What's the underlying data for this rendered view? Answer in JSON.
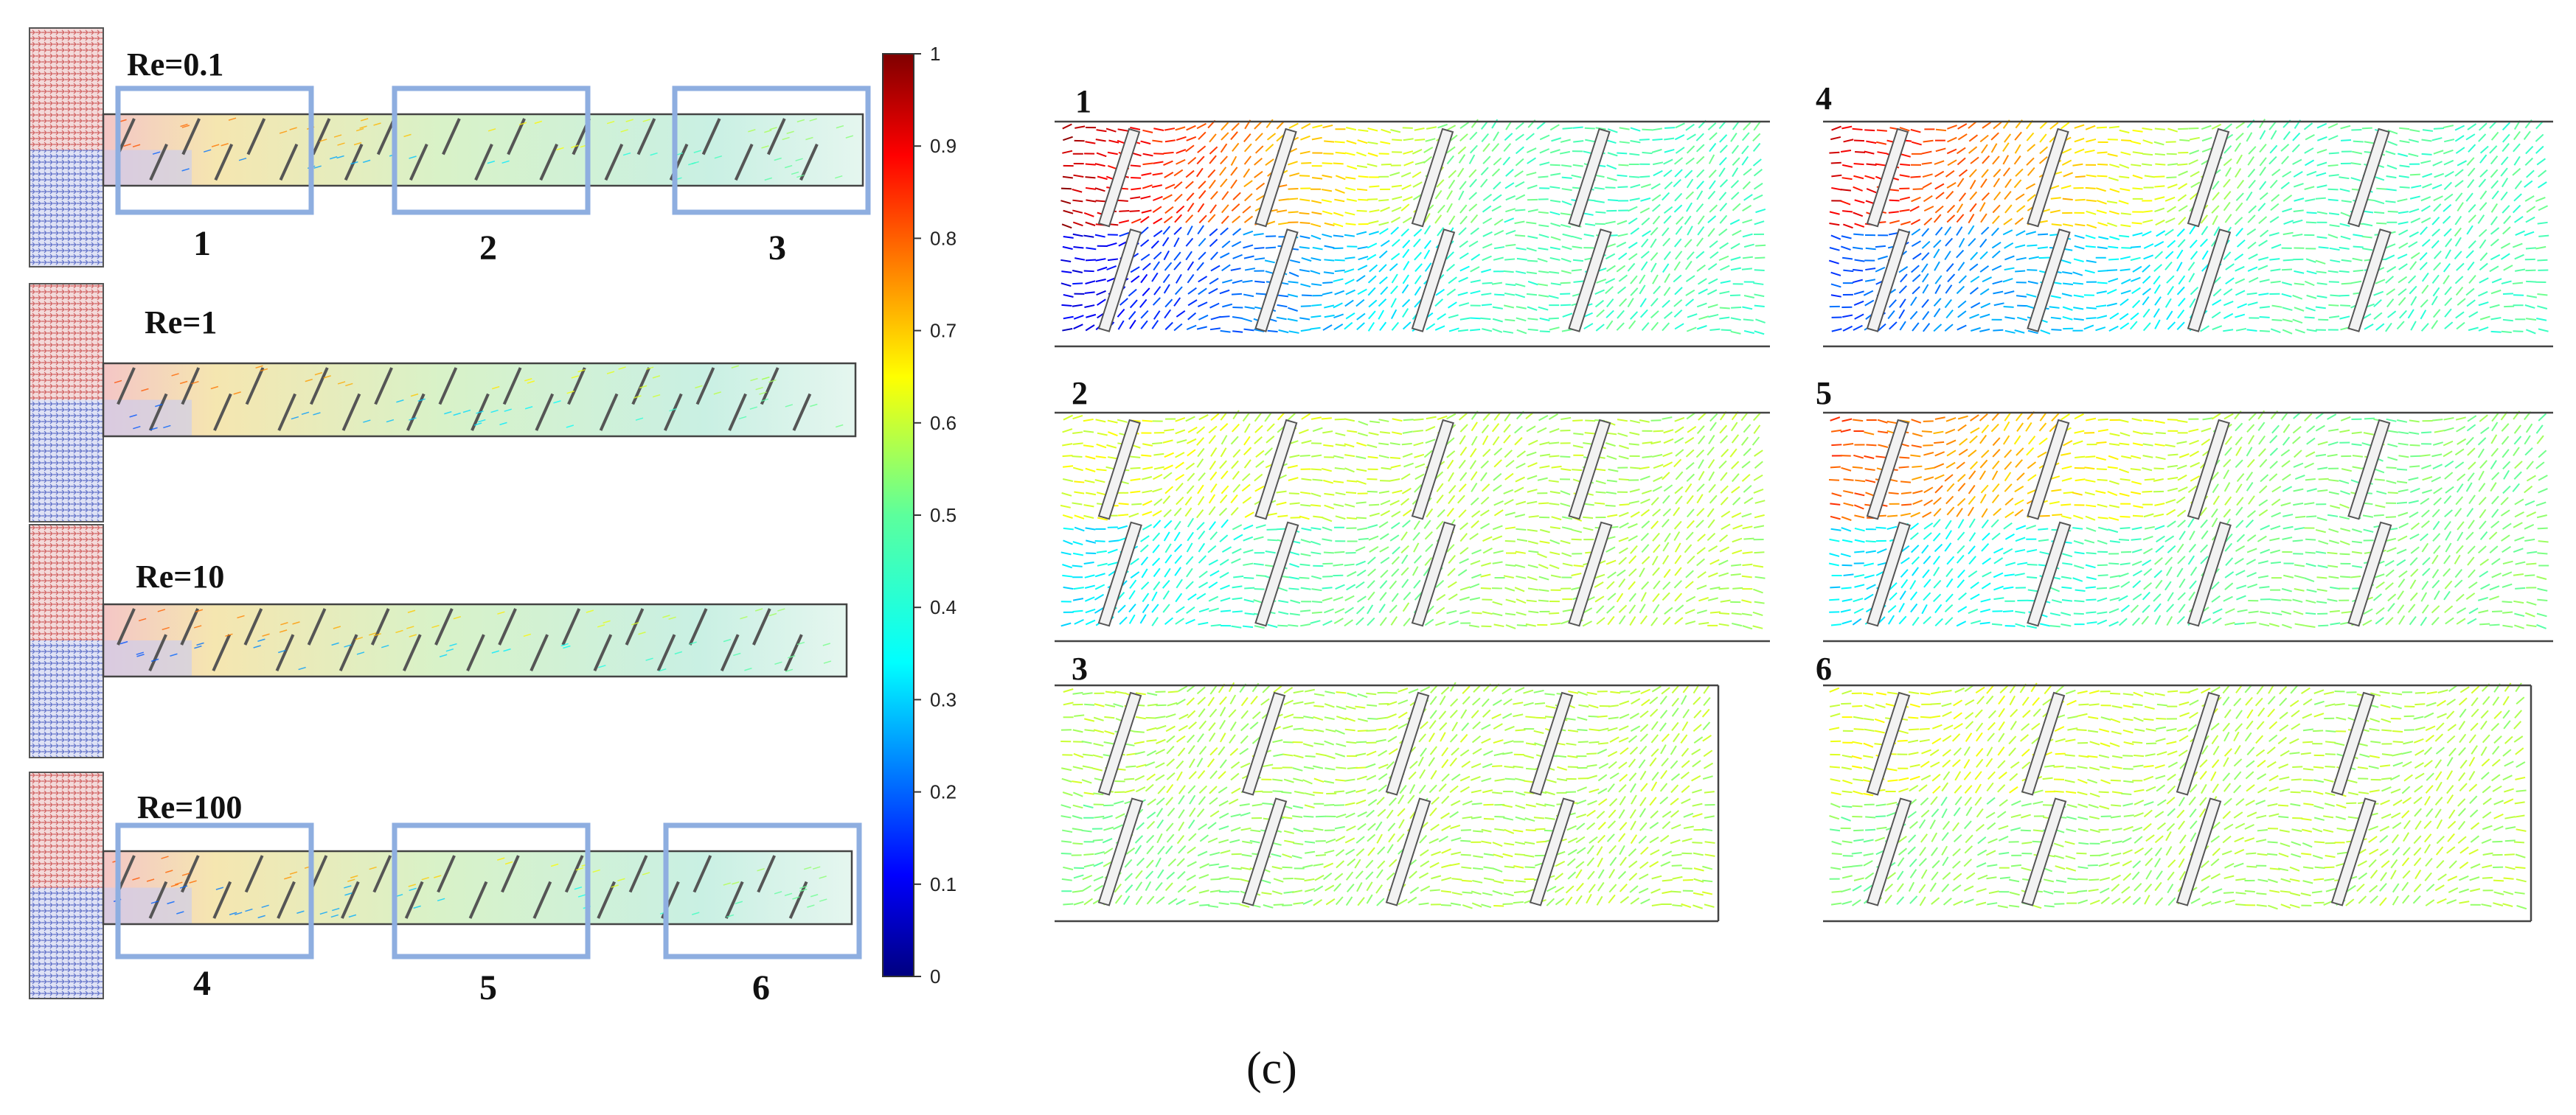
{
  "reynolds_labels": [
    "Re=0.1",
    "Re=1",
    "Re=10",
    "Re=100"
  ],
  "zoom_box_numbers": [
    "1",
    "2",
    "3",
    "4",
    "5",
    "6"
  ],
  "zoom_panels": [
    {
      "label": "1",
      "re": "Re=0.1",
      "region": "inlet"
    },
    {
      "label": "2",
      "re": "Re=0.1",
      "region": "middle"
    },
    {
      "label": "3",
      "re": "Re=0.1",
      "region": "outlet"
    },
    {
      "label": "4",
      "re": "Re=100",
      "region": "inlet"
    },
    {
      "label": "5",
      "re": "Re=100",
      "region": "middle"
    },
    {
      "label": "6",
      "re": "Re=100",
      "region": "outlet"
    }
  ],
  "colorbar": {
    "min": 0,
    "max": 1,
    "ticks": [
      "0",
      "0.1",
      "0.2",
      "0.3",
      "0.4",
      "0.5",
      "0.6",
      "0.7",
      "0.8",
      "0.9",
      "1"
    ],
    "colormap": "jet"
  },
  "caption": "(c)",
  "colors": {
    "zoom_box": "#8eaee0",
    "channel_outline": "#444444",
    "inlet_top": "#d9534f",
    "inlet_bottom": "#4a5fd0"
  }
}
